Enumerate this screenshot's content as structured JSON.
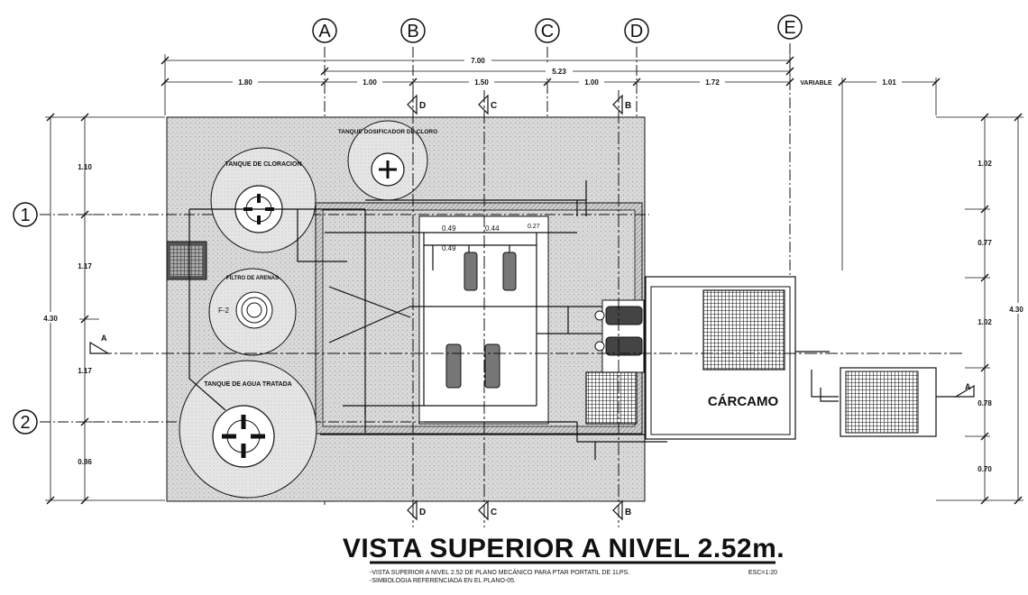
{
  "grid_columns": [
    "A",
    "B",
    "C",
    "D",
    "E"
  ],
  "grid_rows": [
    "1",
    "2"
  ],
  "dimensions_top": {
    "overall": "7.00",
    "partial": "5.23",
    "segments": [
      "1.80",
      "1.00",
      "1.50",
      "1.00",
      "1.72"
    ],
    "variable_label": "VARIABLE",
    "right": "1.01"
  },
  "dimensions_left": {
    "overall": "4.30",
    "segments": [
      "1.10",
      "1.17",
      "1.17",
      "0.86"
    ]
  },
  "dimensions_right": {
    "overall": "4.30",
    "segments": [
      "1.02",
      "0.77",
      "1.02",
      "0.78",
      "0.70"
    ]
  },
  "inner_dims": [
    "0.49",
    "0.44",
    "0.49",
    "0.27"
  ],
  "section_marks": {
    "vertical": [
      "D",
      "C",
      "B"
    ],
    "horizontal": "A"
  },
  "equipment": {
    "chlorination_tank": "TANQUE DE CLORACION",
    "chlorine_dosing_tank": "TANQUE DOSIFICADOR DE CLORO",
    "sand_filter": "FILTRO DE ARENAS",
    "filter_tag": "F-2",
    "treated_water_tank": "TANQUE DE AGUA TRATADA",
    "sump": "CÁRCAMO"
  },
  "title": "VISTA SUPERIOR A NIVEL 2.52m.",
  "notes": [
    "-VISTA SUPERIOR A NIVEL 2.52 DE PLANO MECÁNICO PARA PTAR PORTATIL DE 1LPS.",
    "-SIMBOLOGIA REFERENCIADA EN EL PLANO-05."
  ],
  "scale": "ESC=1:20",
  "colors": {
    "ink": "#111111",
    "hatch_fill": "#dcdcdc",
    "tank_fill": "#e4e4e4",
    "background": "#ffffff"
  }
}
